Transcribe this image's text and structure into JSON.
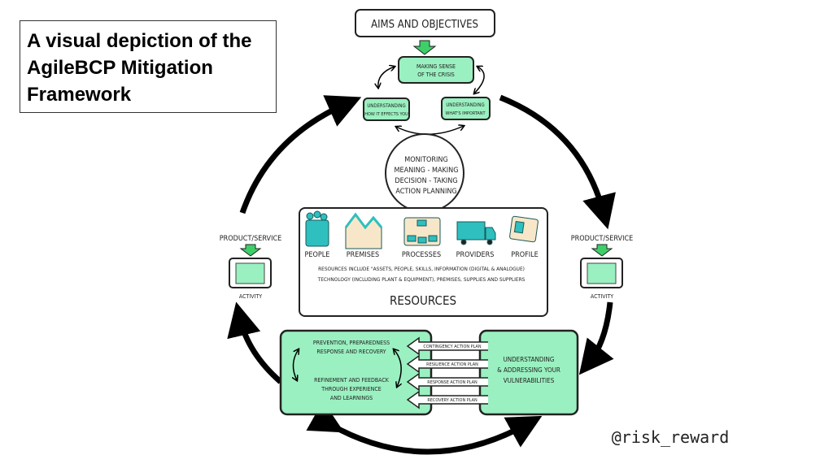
{
  "title": "A visual depiction of the AgileBCP Mitigation Framework",
  "colors": {
    "green": "#9af0c0",
    "teal": "#2fbfbf",
    "cream": "#f7e7c8",
    "arrow": "#000000"
  },
  "aims": "AIMS AND OBJECTIVES",
  "making_sense": [
    "MAKING SENSE",
    "OF THE CRISIS"
  ],
  "understanding_effects": [
    "UNDERSTANDING",
    "HOW IT EFFECTS YOU"
  ],
  "understanding_important": [
    "UNDERSTANDING",
    "WHAT'S IMPORTANT"
  ],
  "monitoring": [
    "MONITORING",
    "MEANING - MAKING",
    "DECISION - TAKING",
    "ACTION PLANNING"
  ],
  "resources": {
    "items": [
      "PEOPLE",
      "PREMISES",
      "PROCESSES",
      "PROVIDERS",
      "PROFILE"
    ],
    "description": [
      "RESOURCES INCLUDE \"ASSETS, PEOPLE, SKILLS, INFORMATION (DIGITAL & ANALOGUE)",
      "TECHNOLOGY (INCLUDING PLANT & EQUIPMENT), PREMISES, SUPPLIES AND SUPPLIERS"
    ],
    "heading": "RESOURCES"
  },
  "left_side": {
    "label": "PRODUCT/SERVICE",
    "activity": "ACTIVITY"
  },
  "right_side": {
    "label": "PRODUCT/SERVICE",
    "activity": "ACTIVITY"
  },
  "left_box": {
    "top": [
      "PREVENTION, PREPAREDNESS",
      "RESPONSE AND RECOVERY"
    ],
    "bottom": [
      "REFINEMENT AND FEEDBACK",
      "THROUGH EXPERIENCE",
      "AND LEARNINGS"
    ]
  },
  "right_box": [
    "UNDERSTANDING",
    "& ADDRESSING YOUR",
    "VULNERABILITIES"
  ],
  "action_plans": [
    "CONTINGENCY ACTION PLAN",
    "RESILIENCE ACTION PLAN",
    "RESPONSE ACTION PLAN",
    "RECOVERY ACTION PLAN"
  ],
  "handle": "@risk_reward"
}
